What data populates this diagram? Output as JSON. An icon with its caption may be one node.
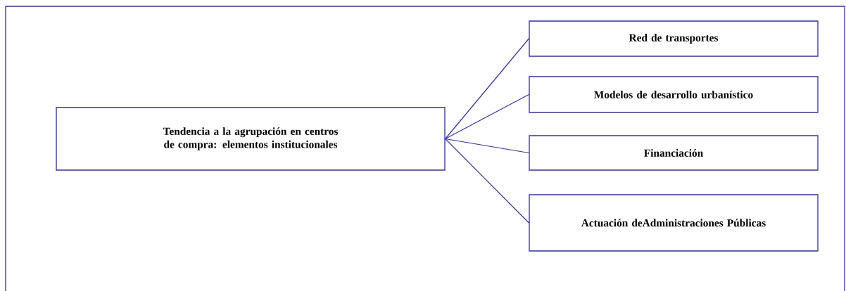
{
  "diagram": {
    "nodes": [
      {
        "text": [
          "Tendencia a la agrupación en centros de compra: elementos institucionales"
        ]
      },
      {
        "text": [
          "Red de transportes"
        ]
      },
      {
        "text": [
          "Modelos de desarrollo urbanístico"
        ]
      },
      {
        "text": [
          "Financiación"
        ]
      },
      {
        "text": [
          "Actuación deAdministraciones Públicas"
        ]
      }
    ],
    "edges": [
      {
        "from": 0,
        "to": 1,
        "arrow": "none"
      },
      {
        "from": 0,
        "to": 2,
        "arrow": "none"
      },
      {
        "from": 0,
        "to": 3,
        "arrow": "none"
      },
      {
        "from": 0,
        "to": 4,
        "arrow": "none"
      }
    ]
  }
}
